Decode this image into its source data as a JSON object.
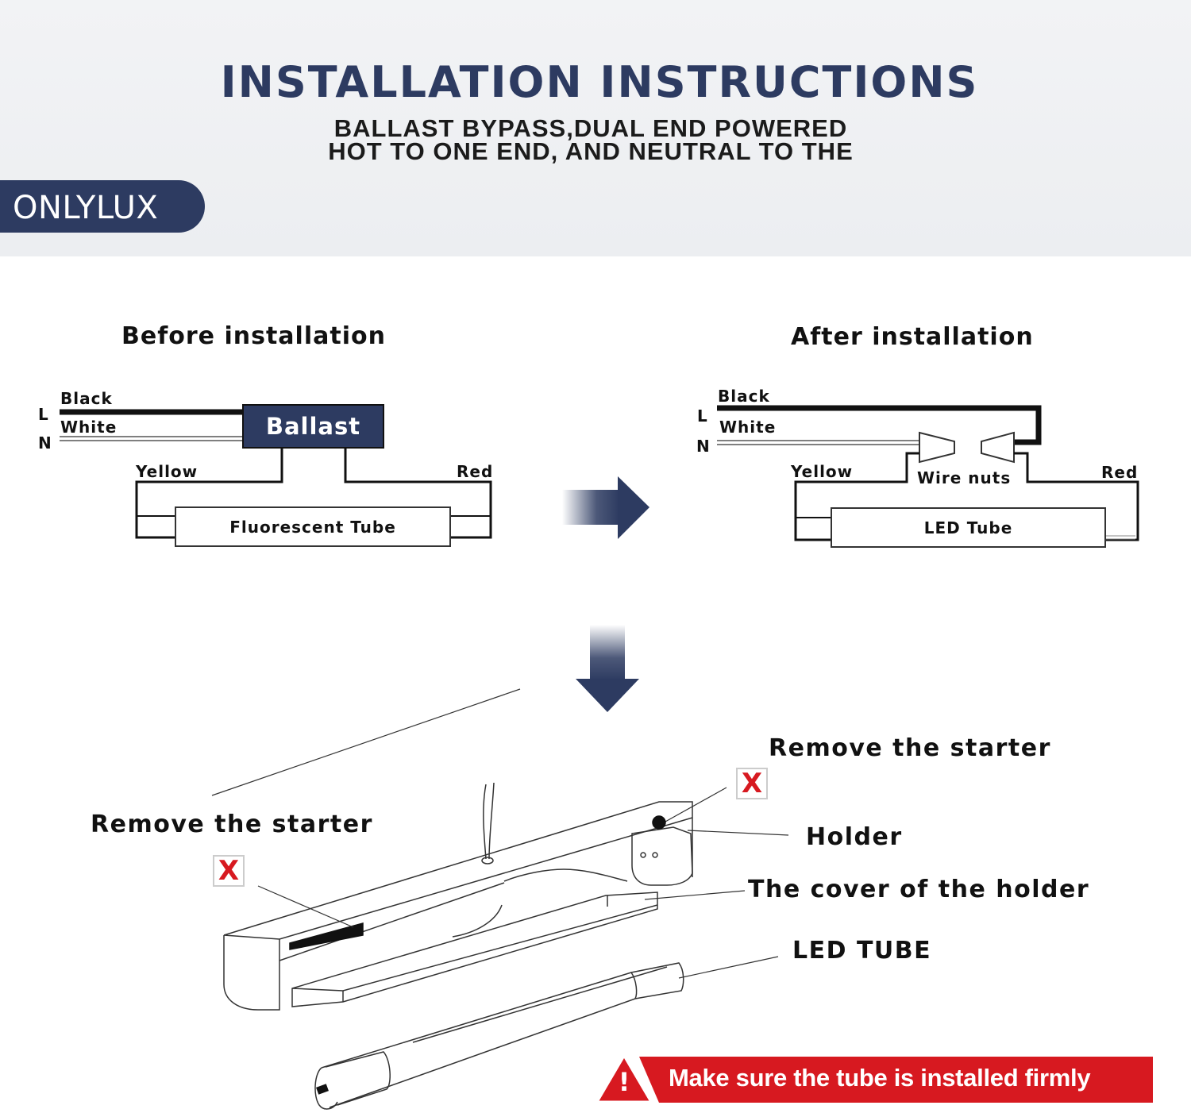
{
  "header": {
    "title": "INSTALLATION INSTRUCTIONS",
    "subtitle_line1": "BALLAST BYPASS,DUAL END POWERED",
    "subtitle_line2": "HOT TO ONE END, AND NEUTRAL TO THE",
    "brand": "ONLYLUX"
  },
  "before": {
    "title": "Before installation",
    "line_L": "L",
    "line_N": "N",
    "black": "Black",
    "white": "White",
    "ballast": "Ballast",
    "yellow": "Yellow",
    "red": "Red",
    "tube": "Fluorescent Tube"
  },
  "after": {
    "title": "After installation",
    "line_L": "L",
    "line_N": "N",
    "black": "Black",
    "white": "White",
    "yellow": "Yellow",
    "red": "Red",
    "wire_nuts": "Wire nuts",
    "tube": "LED Tube"
  },
  "fixture": {
    "remove_starter_left": "Remove the starter",
    "remove_starter_right": "Remove the starter",
    "holder": "Holder",
    "cover": "The cover of the holder",
    "led_tube": "LED TUBE",
    "x_mark": "X"
  },
  "warning": {
    "text": "Make sure the tube is installed firmly",
    "icon": "!"
  },
  "colors": {
    "navy": "#2d3b61",
    "warning_red": "#d71920",
    "header_bg": "#f0f1f3"
  }
}
